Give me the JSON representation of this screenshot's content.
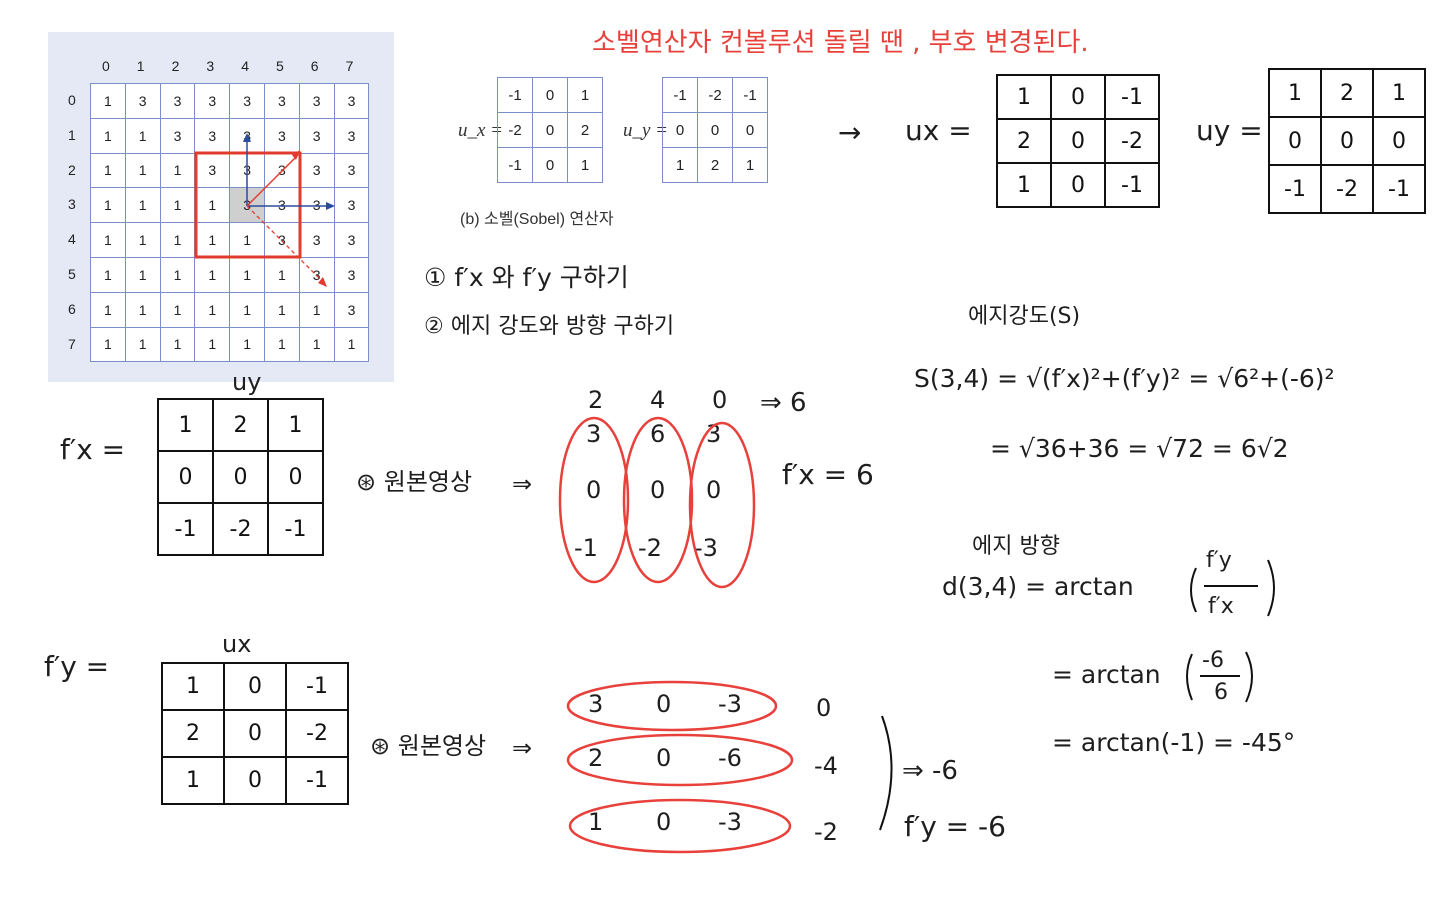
{
  "title": "소벨연산자 컨볼루션 돌릴 땐 , 부호 변경된다.",
  "image_grid": {
    "col_indices": [
      "0",
      "1",
      "2",
      "3",
      "4",
      "5",
      "6",
      "7"
    ],
    "row_indices": [
      "0",
      "1",
      "2",
      "3",
      "4",
      "5",
      "6",
      "7"
    ],
    "rows": [
      [
        "1",
        "3",
        "3",
        "3",
        "3",
        "3",
        "3",
        "3"
      ],
      [
        "1",
        "1",
        "3",
        "3",
        "3",
        "3",
        "3",
        "3"
      ],
      [
        "1",
        "1",
        "1",
        "3",
        "3",
        "3",
        "3",
        "3"
      ],
      [
        "1",
        "1",
        "1",
        "1",
        "3",
        "3",
        "3",
        "3"
      ],
      [
        "1",
        "1",
        "1",
        "1",
        "1",
        "3",
        "3",
        "3"
      ],
      [
        "1",
        "1",
        "1",
        "1",
        "1",
        "1",
        "3",
        "3"
      ],
      [
        "1",
        "1",
        "1",
        "1",
        "1",
        "1",
        "1",
        "3"
      ],
      [
        "1",
        "1",
        "1",
        "1",
        "1",
        "1",
        "1",
        "1"
      ]
    ]
  },
  "sobel_printed": {
    "ux_label": "u_x =",
    "uy_label": "u_y =",
    "ux": [
      [
        "-1",
        "0",
        "1"
      ],
      [
        "-2",
        "0",
        "2"
      ],
      [
        "-1",
        "0",
        "1"
      ]
    ],
    "uy": [
      [
        "-1",
        "-2",
        "-1"
      ],
      [
        "0",
        "0",
        "0"
      ],
      [
        "1",
        "2",
        "1"
      ]
    ],
    "caption": "(b) 소벨(Sobel) 연산자"
  },
  "flipped": {
    "arrow": "→",
    "ux_label": "ux =",
    "ux": [
      [
        "1",
        "0",
        "-1"
      ],
      [
        "2",
        "0",
        "-2"
      ],
      [
        "1",
        "0",
        "-1"
      ]
    ],
    "uy_label": "uy =",
    "uy": [
      [
        "1",
        "2",
        "1"
      ],
      [
        "0",
        "0",
        "0"
      ],
      [
        "-1",
        "-2",
        "-1"
      ]
    ]
  },
  "tasks": [
    "① f′x 와 f′y 구하기",
    "② 에지 강도와 방향 구하기"
  ],
  "fx_calc": {
    "label": "f′x =",
    "kernel_name": "uy",
    "kernel": [
      [
        "1",
        "2",
        "1"
      ],
      [
        "0",
        "0",
        "0"
      ],
      [
        "-1",
        "-2",
        "-1"
      ]
    ],
    "op": "⊛ 원본영상",
    "implies": "⇒",
    "sums": [
      "2",
      "4",
      "0"
    ],
    "sum_result": "⇒ 6",
    "products": [
      [
        "3",
        "6",
        "3"
      ],
      [
        "0",
        "0",
        "0"
      ],
      [
        "-1",
        "-2",
        "-3"
      ]
    ],
    "result": "f′x = 6"
  },
  "fy_calc": {
    "label": "f′y =",
    "kernel_name": "ux",
    "kernel": [
      [
        "1",
        "0",
        "-1"
      ],
      [
        "2",
        "0",
        "-2"
      ],
      [
        "1",
        "0",
        "-1"
      ]
    ],
    "op": "⊛ 원본영상",
    "implies": "⇒",
    "products": [
      [
        "3",
        "0",
        "-3"
      ],
      [
        "2",
        "0",
        "-6"
      ],
      [
        "1",
        "0",
        "-3"
      ]
    ],
    "row_sums": [
      "0",
      "-4",
      "-2"
    ],
    "sum_result": "⇒ -6",
    "result": "f′y = -6"
  },
  "strength": {
    "heading": "에지강도(S)",
    "line1": "S(3,4) = √(f′x)²+(f′y)²  = √6²+(-6)²",
    "line2": "= √36+36  = √72  =  6√2"
  },
  "direction": {
    "heading": "에지 방향",
    "line1_lhs": "d(3,4) = arctan",
    "line1_num": "f′y",
    "line1_den": "f′x",
    "line2_lhs": "= arctan",
    "line2_num": "-6",
    "line2_den": "6",
    "line3": "= arctan(-1)  =  -45°"
  },
  "colors": {
    "annotation_red": "#e8403a",
    "grid_blue": "#7a8fc8",
    "panel_bg": "#e4e9f5"
  }
}
